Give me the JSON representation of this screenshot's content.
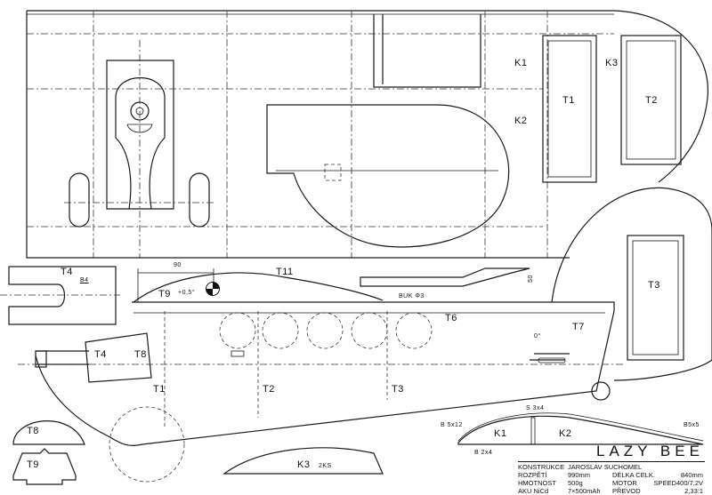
{
  "title": "LAZY BEE",
  "title_block": {
    "rows": [
      [
        "KONSTRUKCE",
        "JAROSLAV SUCHOMEL",
        "",
        ""
      ],
      [
        "ROZPĚTÍ",
        "990mm",
        "DÉLKA CELK.",
        "840mm"
      ],
      [
        "HMOTNOST",
        "500g",
        "MOTOR",
        "SPEED400/7,2V"
      ],
      [
        "AKU NiCd",
        "7×500mAh",
        "PŘEVOD",
        "2,33:1"
      ]
    ]
  },
  "part_labels": {
    "K1_top": "K1",
    "K2_top": "K2",
    "K3_top": "K3",
    "T1_box": "T1",
    "T2_box": "T2",
    "T3_box": "T3",
    "T4_piece": "T4",
    "B4": "B4",
    "T11": "T11",
    "T9": "T9",
    "incidence": "+0,5°",
    "dim_90": "90",
    "buk": "BUK Φ3",
    "dim_50": "50",
    "T6": "T6",
    "T7": "T7",
    "zero_deg": "0°",
    "T4_side": "T4",
    "T8_side": "T8",
    "T1_side": "T1",
    "T2_side": "T2",
    "T3_side": "T3",
    "T8_shape": "T8",
    "T9_shape": "T9",
    "K3": "K3",
    "K3_qty": "2KS",
    "S3x4": "S 3x4",
    "B5x12": "B 5x12",
    "B2x4": "B 2x4",
    "B5x5": "B5x5",
    "K1_rib": "K1",
    "K2_rib": "K2"
  }
}
